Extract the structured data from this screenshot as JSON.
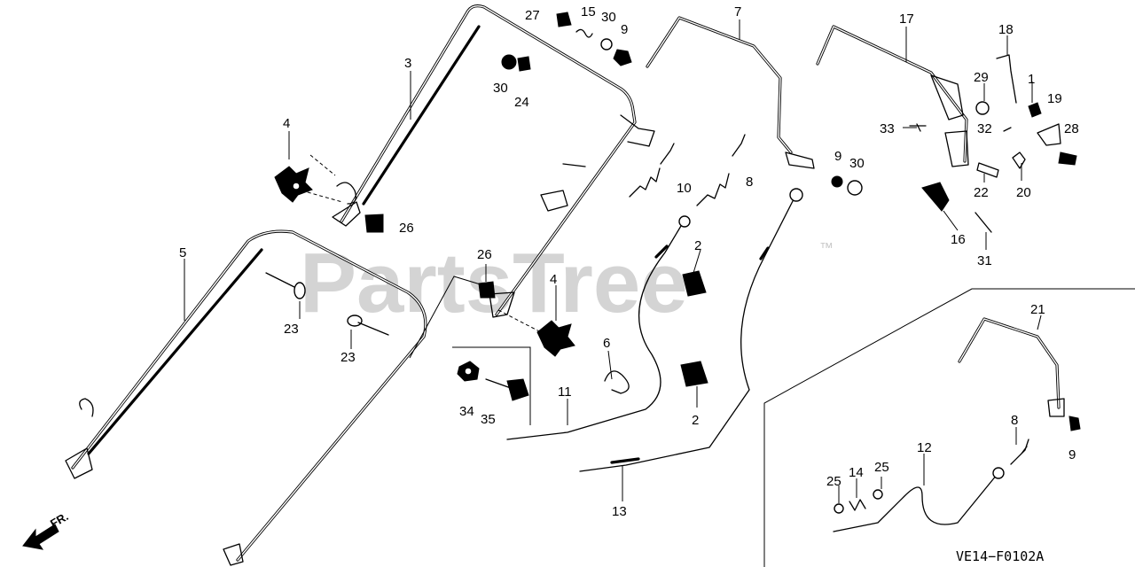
{
  "watermark": {
    "text": "PartsTree",
    "trademark": "™"
  },
  "diagram_code": "VE14−F0102A",
  "front_indicator": "FR.",
  "callouts": [
    {
      "id": "c1",
      "label": "1"
    },
    {
      "id": "c2a",
      "label": "2"
    },
    {
      "id": "c2b",
      "label": "2"
    },
    {
      "id": "c3",
      "label": "3"
    },
    {
      "id": "c4a",
      "label": "4"
    },
    {
      "id": "c4b",
      "label": "4"
    },
    {
      "id": "c5",
      "label": "5"
    },
    {
      "id": "c6",
      "label": "6"
    },
    {
      "id": "c7",
      "label": "7"
    },
    {
      "id": "c8a",
      "label": "8"
    },
    {
      "id": "c8b",
      "label": "8"
    },
    {
      "id": "c9a",
      "label": "9"
    },
    {
      "id": "c9b",
      "label": "9"
    },
    {
      "id": "c9c",
      "label": "9"
    },
    {
      "id": "c10",
      "label": "10"
    },
    {
      "id": "c11",
      "label": "11"
    },
    {
      "id": "c12",
      "label": "12"
    },
    {
      "id": "c13",
      "label": "13"
    },
    {
      "id": "c14",
      "label": "14"
    },
    {
      "id": "c15",
      "label": "15"
    },
    {
      "id": "c16",
      "label": "16"
    },
    {
      "id": "c17",
      "label": "17"
    },
    {
      "id": "c18",
      "label": "18"
    },
    {
      "id": "c19",
      "label": "19"
    },
    {
      "id": "c20",
      "label": "20"
    },
    {
      "id": "c21",
      "label": "21"
    },
    {
      "id": "c22",
      "label": "22"
    },
    {
      "id": "c23a",
      "label": "23"
    },
    {
      "id": "c23b",
      "label": "23"
    },
    {
      "id": "c24",
      "label": "24"
    },
    {
      "id": "c25a",
      "label": "25"
    },
    {
      "id": "c25b",
      "label": "25"
    },
    {
      "id": "c26a",
      "label": "26"
    },
    {
      "id": "c26b",
      "label": "26"
    },
    {
      "id": "c27",
      "label": "27"
    },
    {
      "id": "c28",
      "label": "28"
    },
    {
      "id": "c29",
      "label": "29"
    },
    {
      "id": "c30a",
      "label": "30"
    },
    {
      "id": "c30b",
      "label": "30"
    },
    {
      "id": "c30c",
      "label": "30"
    },
    {
      "id": "c31",
      "label": "31"
    },
    {
      "id": "c32",
      "label": "32"
    },
    {
      "id": "c33",
      "label": "33"
    },
    {
      "id": "c34",
      "label": "34"
    },
    {
      "id": "c35",
      "label": "35"
    }
  ]
}
